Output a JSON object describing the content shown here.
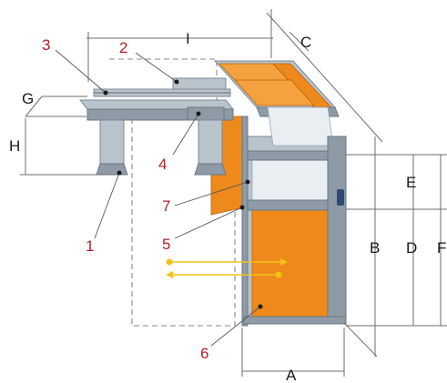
{
  "colors": {
    "panel_orange": "#ee8a1c",
    "frame_grey": "#b9c3cc",
    "callout_red": "#b3202a",
    "arrow_yellow": "#f3c21b"
  },
  "callouts": [
    "1",
    "2",
    "3",
    "4",
    "5",
    "6",
    "7"
  ],
  "dimensions": [
    "A",
    "B",
    "C",
    "D",
    "E",
    "F",
    "G",
    "H",
    "I"
  ]
}
